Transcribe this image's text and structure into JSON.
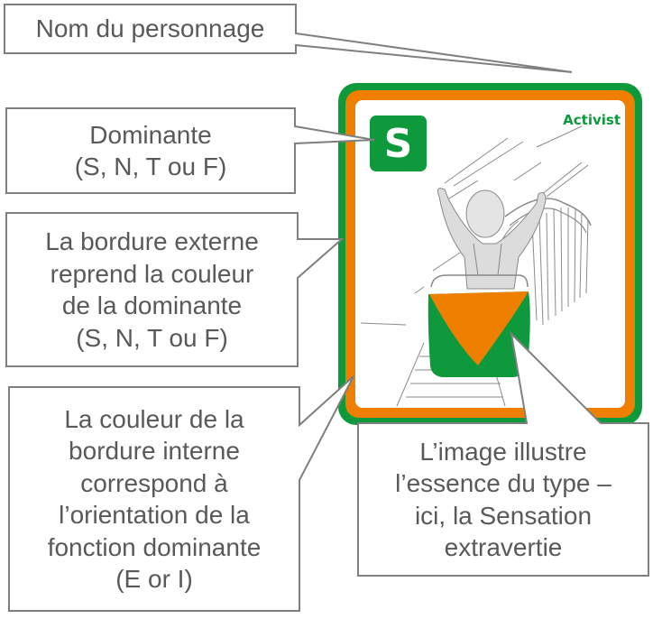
{
  "colors": {
    "dominant_green": "#0E9A3C",
    "orientation_orange": "#EE7F00",
    "callout_border": "#7F7F7F",
    "callout_text": "#595959",
    "card_bg": "#FFFFFF"
  },
  "card": {
    "dominant_letter": "S",
    "character_name": "Activist",
    "illustration": "stick-figure-on-roller-coaster-icon",
    "outer_border": "green",
    "inner_border": "orange"
  },
  "callouts": [
    {
      "id": "name",
      "lines": [
        "Nom du personnage"
      ]
    },
    {
      "id": "dominant",
      "lines": [
        "Dominante",
        "(S, N, T ou F)"
      ]
    },
    {
      "id": "outer-border",
      "lines": [
        "La bordure externe",
        "reprend la couleur",
        "de la dominante",
        "(S, N, T ou F)"
      ]
    },
    {
      "id": "inner-border",
      "lines": [
        "La couleur de la",
        "bordure interne",
        "correspond à",
        "l’orientation de la",
        "fonction dominante",
        "(E or I)"
      ]
    },
    {
      "id": "image",
      "lines": [
        "L’image illustre",
        "l’essence du type –",
        "ici, la Sensation",
        "extravertie"
      ]
    }
  ]
}
